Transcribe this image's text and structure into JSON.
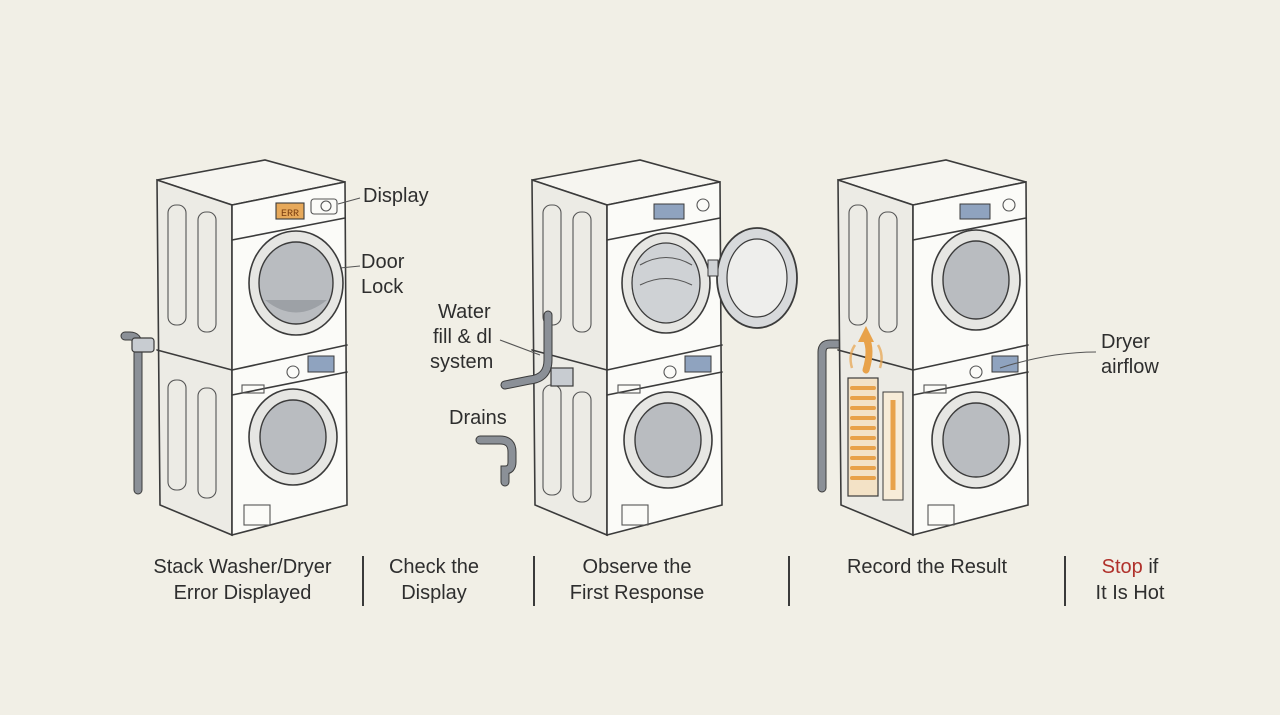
{
  "panels": [
    {
      "caption_line1": "Stack Washer/Dryer",
      "caption_line2": "Error Displayed",
      "display_code": "ERR",
      "callouts": {
        "display": "Display",
        "door_lock_line1": "Door",
        "door_lock_line2": "Lock"
      }
    },
    {
      "caption_line1": "Check the",
      "caption_line2": "Display",
      "callouts": {}
    },
    {
      "caption_line1": "Observe the",
      "caption_line2": "First Response",
      "callouts": {
        "water_line1": "Water",
        "water_line2": "fill & dl",
        "water_line3": "system",
        "drains": "Drains"
      }
    },
    {
      "caption_line1": "Record the Result",
      "caption_line2": "",
      "callouts": {
        "airflow_line1": "Dryer",
        "airflow_line2": "airflow"
      }
    },
    {
      "caption_warn": "Stop",
      "caption_line1_rest": " if",
      "caption_line2": "It Is Hot"
    }
  ],
  "colors": {
    "background": "#f1efe6",
    "warning": "#b0312b",
    "heat": "#e8a24a",
    "display_orange": "#e7a95a",
    "display_blue": "#8fa3bf"
  },
  "icons": [
    "washer-dryer-stack",
    "water-pipe",
    "drain-trap",
    "heat-coil",
    "airflow-arrow"
  ]
}
